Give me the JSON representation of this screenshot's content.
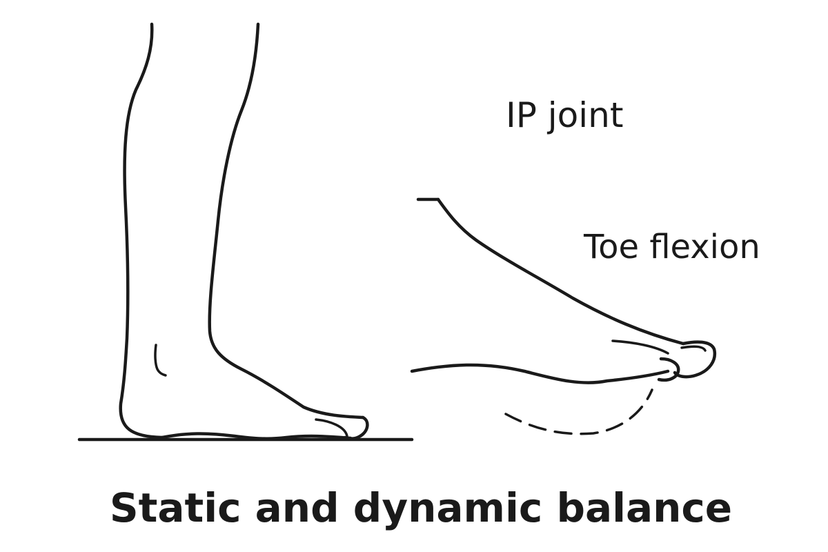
{
  "labels": {
    "ip_joint": "IP joint",
    "toe_flexion": "Toe flexion",
    "title": "Static and dynamic balance"
  },
  "colors": {
    "line": "#1a1a1a",
    "background": "#ffffff"
  }
}
